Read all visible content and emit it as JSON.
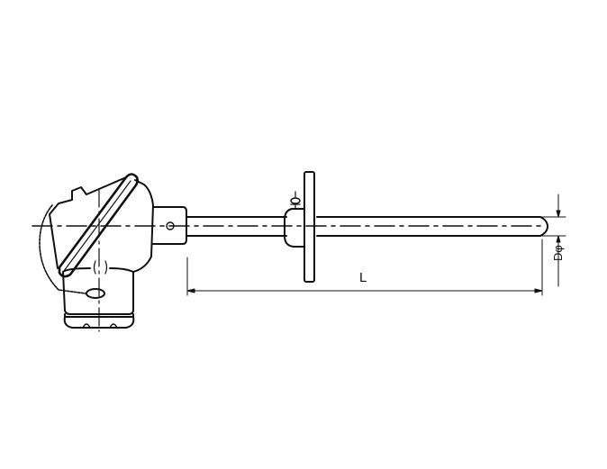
{
  "diagram": {
    "type": "technical-drawing",
    "subject": "thermocouple assembly with junction head, fixed flange and protection tube",
    "colors": {
      "line": "#111111",
      "background": "#ffffff"
    },
    "parts": [
      {
        "id": "junction-head",
        "label": "junction box with angled cover"
      },
      {
        "id": "cover-chain",
        "label": "cover retaining chain"
      },
      {
        "id": "cable-gland",
        "label": "cable entry / gland nut"
      },
      {
        "id": "neck",
        "label": "head neck with set screw"
      },
      {
        "id": "protection-tube",
        "label": "protection tube"
      },
      {
        "id": "flange",
        "label": "fixed flange with boss and screw"
      },
      {
        "id": "probe-tip",
        "label": "rounded tube tip"
      }
    ],
    "dimensions": {
      "length_label": "L",
      "diameter_label": "Dφ"
    }
  }
}
